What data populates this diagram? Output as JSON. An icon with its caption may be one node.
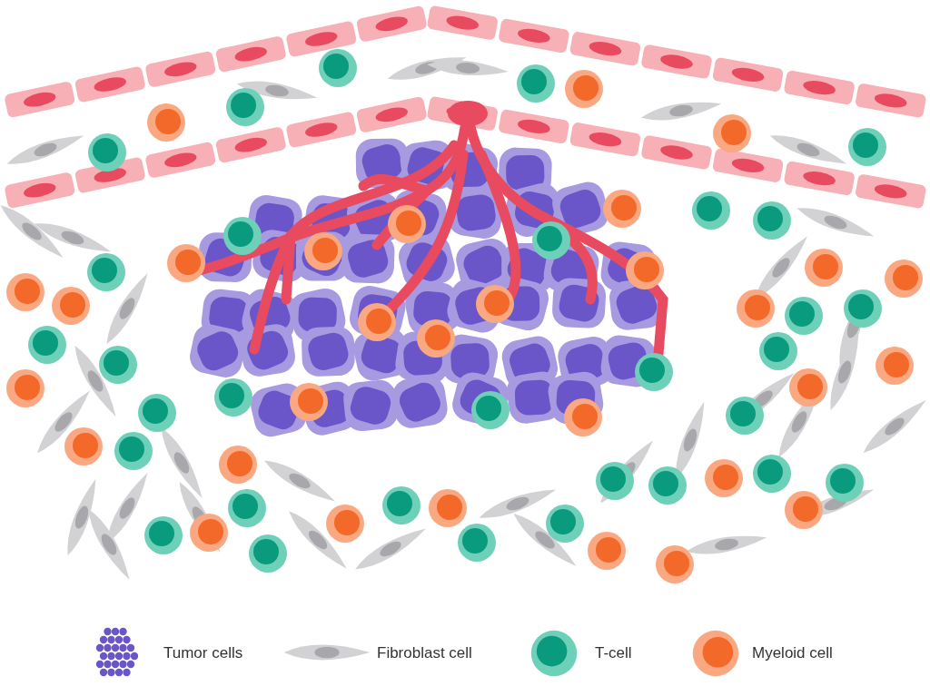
{
  "diagram": {
    "legend": [
      {
        "text": "Tumor cells"
      },
      {
        "text": "Fibroblast cell"
      },
      {
        "text": "T-cell"
      },
      {
        "text": "Myeloid cell"
      }
    ]
  }
}
